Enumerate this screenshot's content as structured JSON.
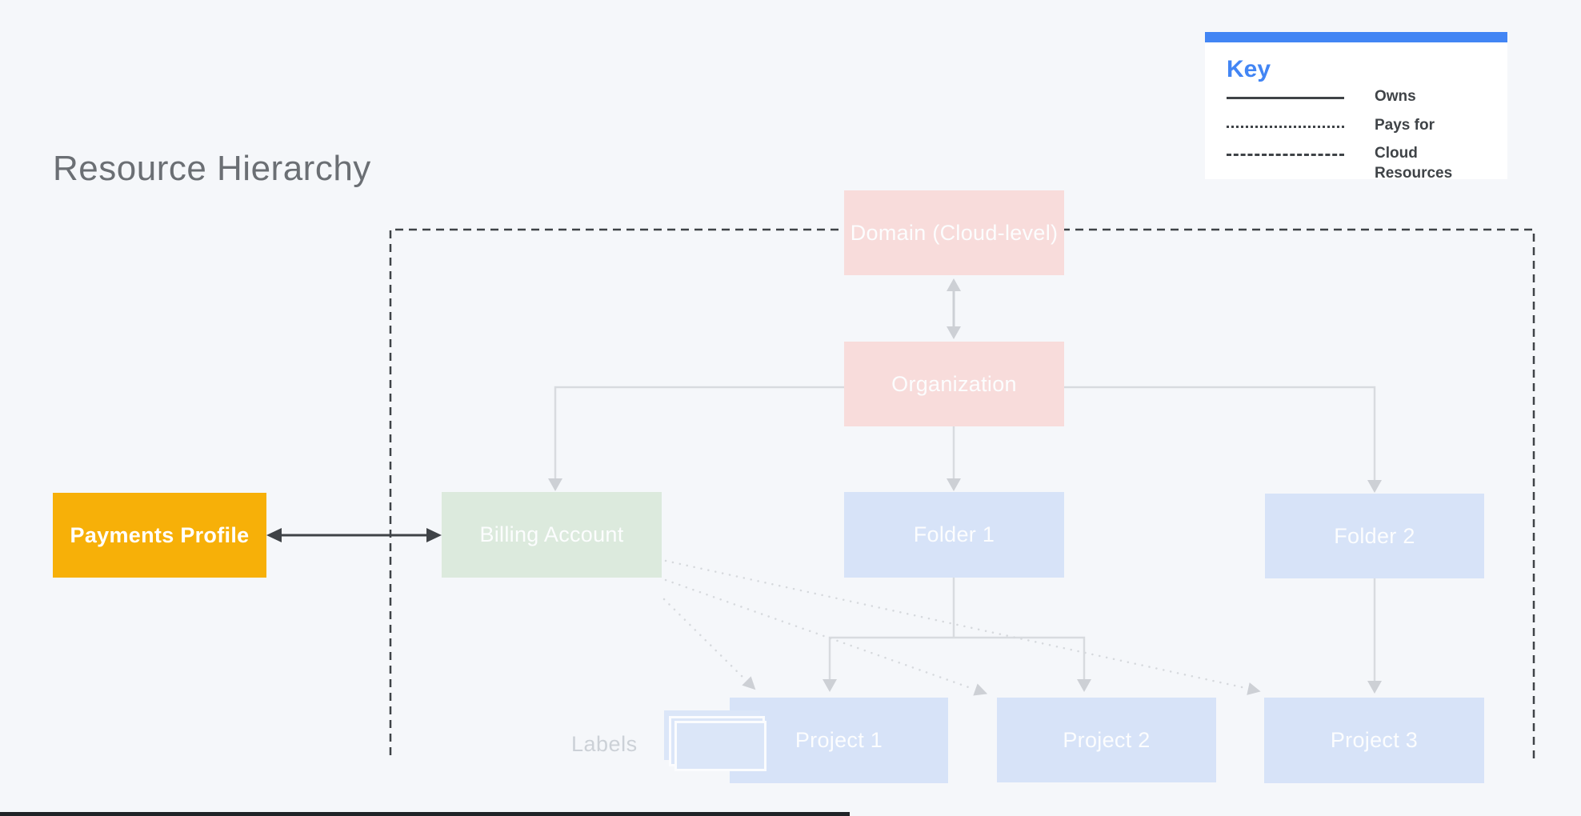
{
  "title": "Resource Hierarchy",
  "key": {
    "title": "Key",
    "items": [
      {
        "style": "solid",
        "label": "Owns"
      },
      {
        "style": "dotted",
        "label": "Pays for"
      },
      {
        "style": "dashed",
        "label": "Cloud Resources"
      }
    ]
  },
  "nodes": {
    "domain": {
      "label": "Domain (Cloud-level)"
    },
    "organization": {
      "label": "Organization"
    },
    "payments_profile": {
      "label": "Payments Profile"
    },
    "billing_account": {
      "label": "Billing Account"
    },
    "folder1": {
      "label": "Folder 1"
    },
    "folder2": {
      "label": "Folder 2"
    },
    "project1": {
      "label": "Project 1"
    },
    "project2": {
      "label": "Project 2"
    },
    "project3": {
      "label": "Project 3"
    }
  },
  "labels_caption": "Labels",
  "colors": {
    "background": "#f5f7fa",
    "domain_org_fill": "#f8dcdb",
    "billing_fill": "#dceadd",
    "folder_project_fill": "#d7e3f8",
    "payments_fill": "#f7b008",
    "key_accent_blue": "#4285f4",
    "dark_line": "#3f4347",
    "light_line": "#d8dbdf",
    "node_text": "#fcfdfe"
  }
}
